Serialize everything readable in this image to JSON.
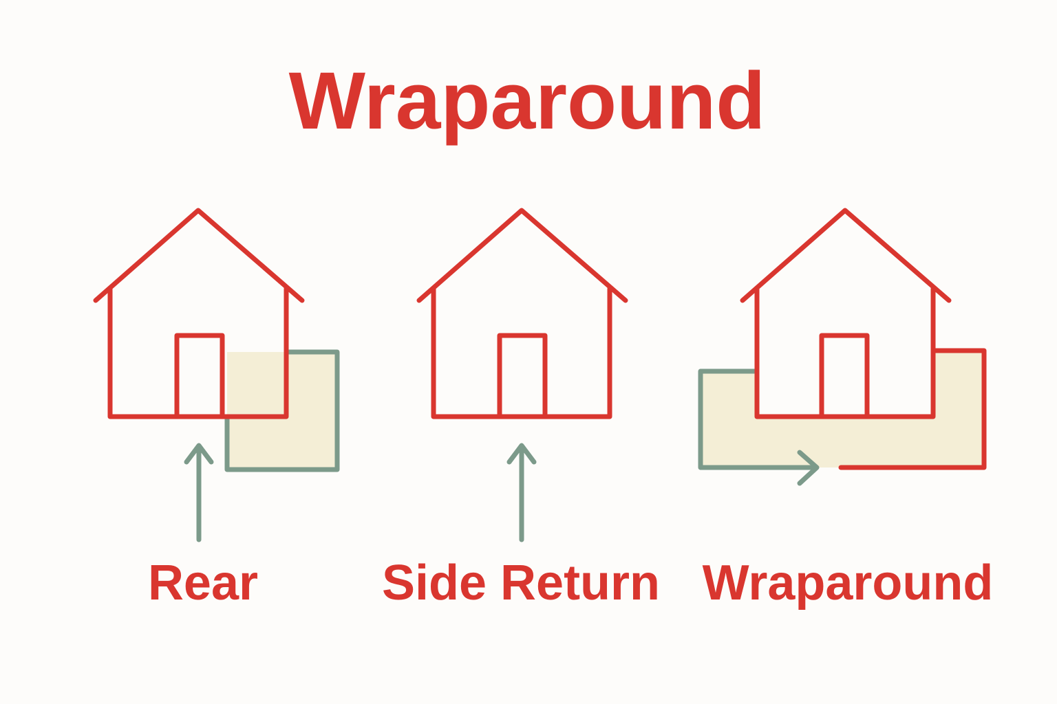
{
  "title": "Wraparound",
  "panels": [
    {
      "label": "Rear"
    },
    {
      "label": "Side Return"
    },
    {
      "label": "Wraparound"
    }
  ],
  "colors": {
    "outline": "#d9362f",
    "arrow": "#7c9a8a",
    "extension_fill": "#f4eed6",
    "background": "#fdfcfa"
  }
}
